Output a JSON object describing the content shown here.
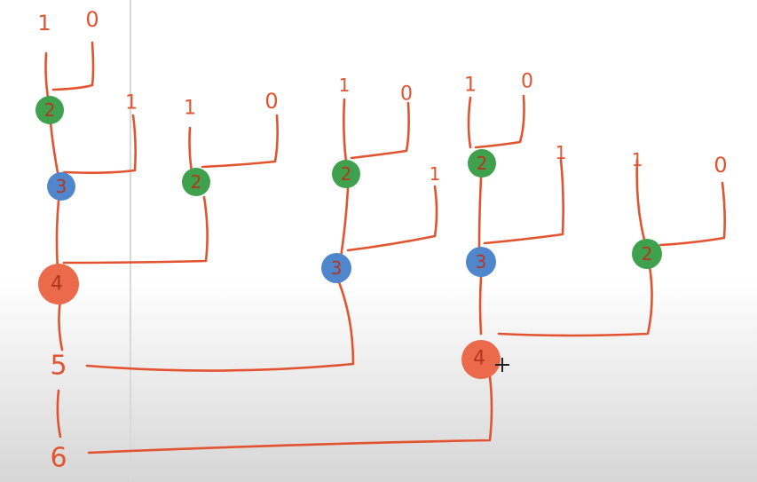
{
  "colors": {
    "ink": "#e2532f",
    "node_2": "#3fa14e",
    "node_3": "#4f86cc",
    "node_4": "#ec6a4c",
    "node_2_text": "#b5361e",
    "node_3_text": "#b5361e",
    "node_4_text": "#b5361e",
    "background_top": "#ffffff",
    "background_bottom": "#dadada",
    "divider": "#d9d9d9"
  },
  "labels": {
    "leaf_one": "1",
    "leaf_zero": "0",
    "level_five": "5",
    "level_six": "6"
  },
  "nodes": {
    "green_a": "2",
    "blue_a": "3",
    "red_a": "4",
    "green_b": "2",
    "green_c": "2",
    "blue_b": "3",
    "green_d": "2",
    "blue_c": "3",
    "red_b": "4",
    "green_e": "2"
  },
  "icons": {
    "cursor": "crosshair-cursor-icon"
  }
}
